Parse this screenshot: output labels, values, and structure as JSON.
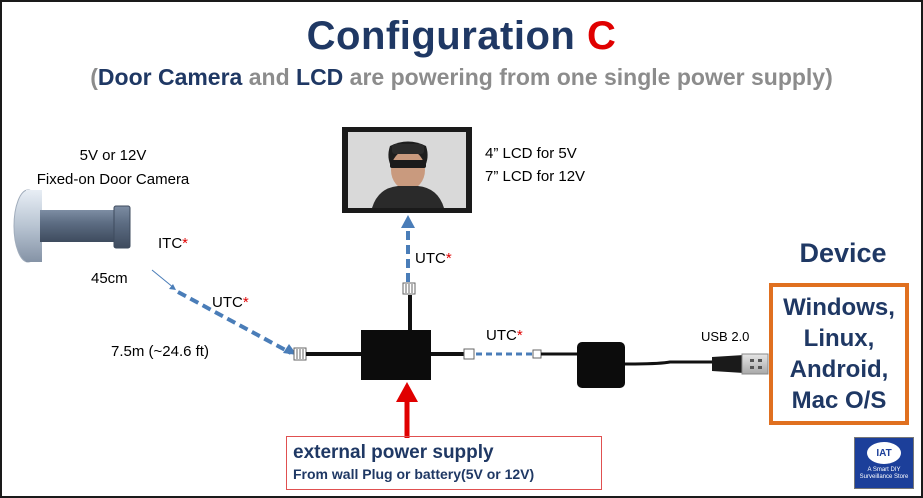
{
  "title": {
    "main": "Configuration ",
    "accent": "C"
  },
  "subtitle": {
    "open": "(",
    "camera": "Door Camera",
    "and": " and ",
    "lcd": "LCD",
    "rest": " are powering from one single power supply)"
  },
  "camera": {
    "line1": "5V or 12V",
    "line2": "Fixed-on Door Camera"
  },
  "cable_labels": {
    "itc": "ITC",
    "star": "*",
    "length_45": "45cm",
    "utc_camera": "UTC",
    "length_75": "7.5m (~24.6 ft)",
    "utc_lcd": "UTC",
    "utc_device": "UTC",
    "usb": "USB 2.0"
  },
  "lcd": {
    "line1": "4” LCD for  5V",
    "line2": "7” LCD for 12V"
  },
  "device": {
    "title": "Device",
    "os": [
      "Windows,",
      "Linux,",
      "Android,",
      "Mac O/S"
    ]
  },
  "power_supply": {
    "title": "external power supply",
    "subtitle": "From wall Plug or battery(5V or 12V)"
  },
  "logo": {
    "name": "IAT",
    "tagline_1": "A Smart DIY",
    "tagline_2": "Surveillance Store"
  },
  "colors": {
    "title": "#1f3864",
    "accent": "#e00000",
    "dashed_cable": "#4a7db8",
    "device_border": "#e07020",
    "arrow": "#e00000"
  }
}
